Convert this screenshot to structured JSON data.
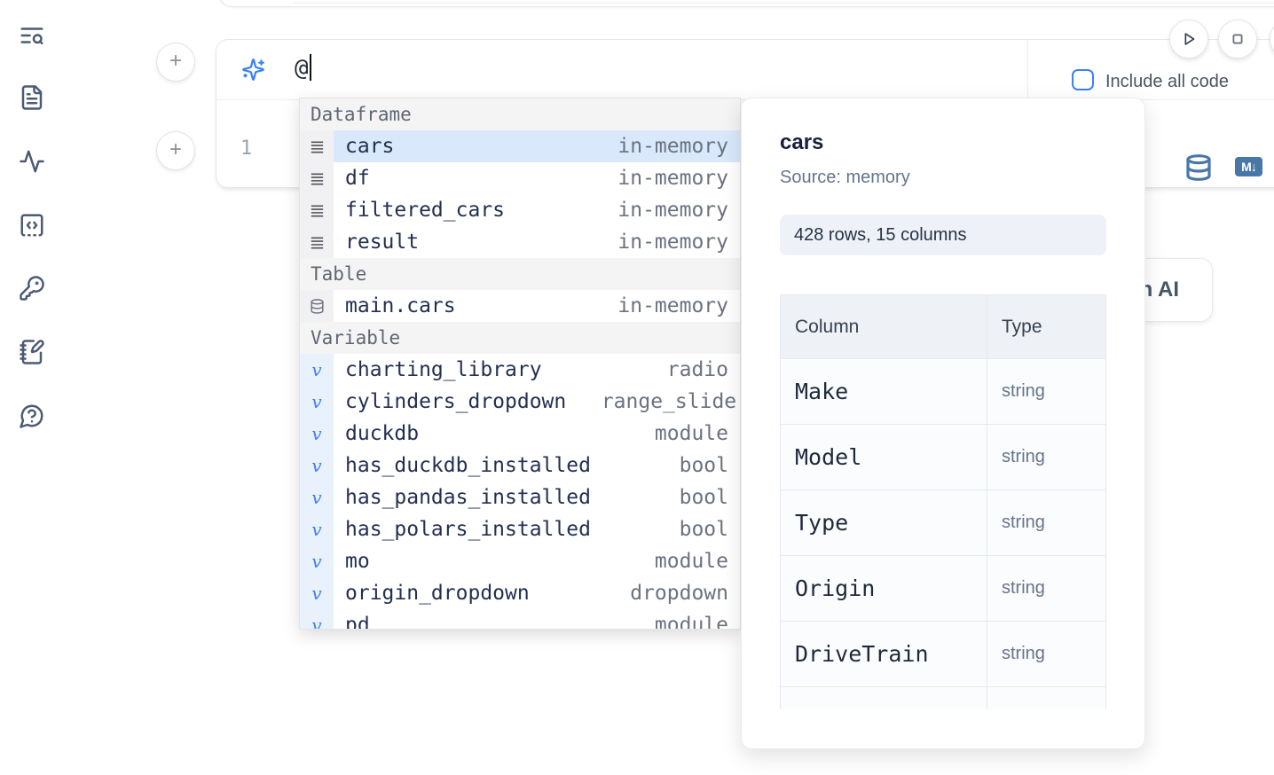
{
  "colors": {
    "accent": "#3b82f6",
    "toolbar_icon": "#4878a8",
    "selected_row_bg": "#d9e9fb"
  },
  "sidebar": {
    "items": [
      {
        "icon": "list-search-icon"
      },
      {
        "icon": "file-text-icon"
      },
      {
        "icon": "activity-icon"
      },
      {
        "icon": "code-square-icon"
      },
      {
        "icon": "key-icon"
      },
      {
        "icon": "notebook-pen-icon"
      },
      {
        "icon": "help-circle-icon"
      }
    ]
  },
  "prompt": {
    "value": "@",
    "include_all_code_label": "Include all code",
    "checkbox_checked": false
  },
  "code": {
    "line_number": "1"
  },
  "toolbar": {
    "markdown_icon_label": "M↓"
  },
  "ai_card": {
    "label_fragment": "with AI"
  },
  "autocomplete": {
    "sections": [
      {
        "label": "Dataframe",
        "items": [
          {
            "name": "cars",
            "type": "in-memory",
            "selected": true
          },
          {
            "name": "df",
            "type": "in-memory"
          },
          {
            "name": "filtered_cars",
            "type": "in-memory"
          },
          {
            "name": "result",
            "type": "in-memory"
          }
        ]
      },
      {
        "label": "Table",
        "items": [
          {
            "name": "main.cars",
            "type": "in-memory"
          }
        ]
      },
      {
        "label": "Variable",
        "items": [
          {
            "name": "charting_library",
            "type": "radio"
          },
          {
            "name": "cylinders_dropdown",
            "type": "range_slider"
          },
          {
            "name": "duckdb",
            "type": "module"
          },
          {
            "name": "has_duckdb_installed",
            "type": "bool"
          },
          {
            "name": "has_pandas_installed",
            "type": "bool"
          },
          {
            "name": "has_polars_installed",
            "type": "bool"
          },
          {
            "name": "mo",
            "type": "module"
          },
          {
            "name": "origin_dropdown",
            "type": "dropdown"
          },
          {
            "name": "pd",
            "type": "module"
          }
        ]
      }
    ]
  },
  "preview": {
    "title": "cars",
    "source": "Source: memory",
    "shape": "428 rows, 15 columns",
    "table": {
      "headers": [
        "Column",
        "Type"
      ],
      "rows": [
        [
          "Make",
          "string"
        ],
        [
          "Model",
          "string"
        ],
        [
          "Type",
          "string"
        ],
        [
          "Origin",
          "string"
        ],
        [
          "DriveTrain",
          "string"
        ]
      ]
    }
  }
}
